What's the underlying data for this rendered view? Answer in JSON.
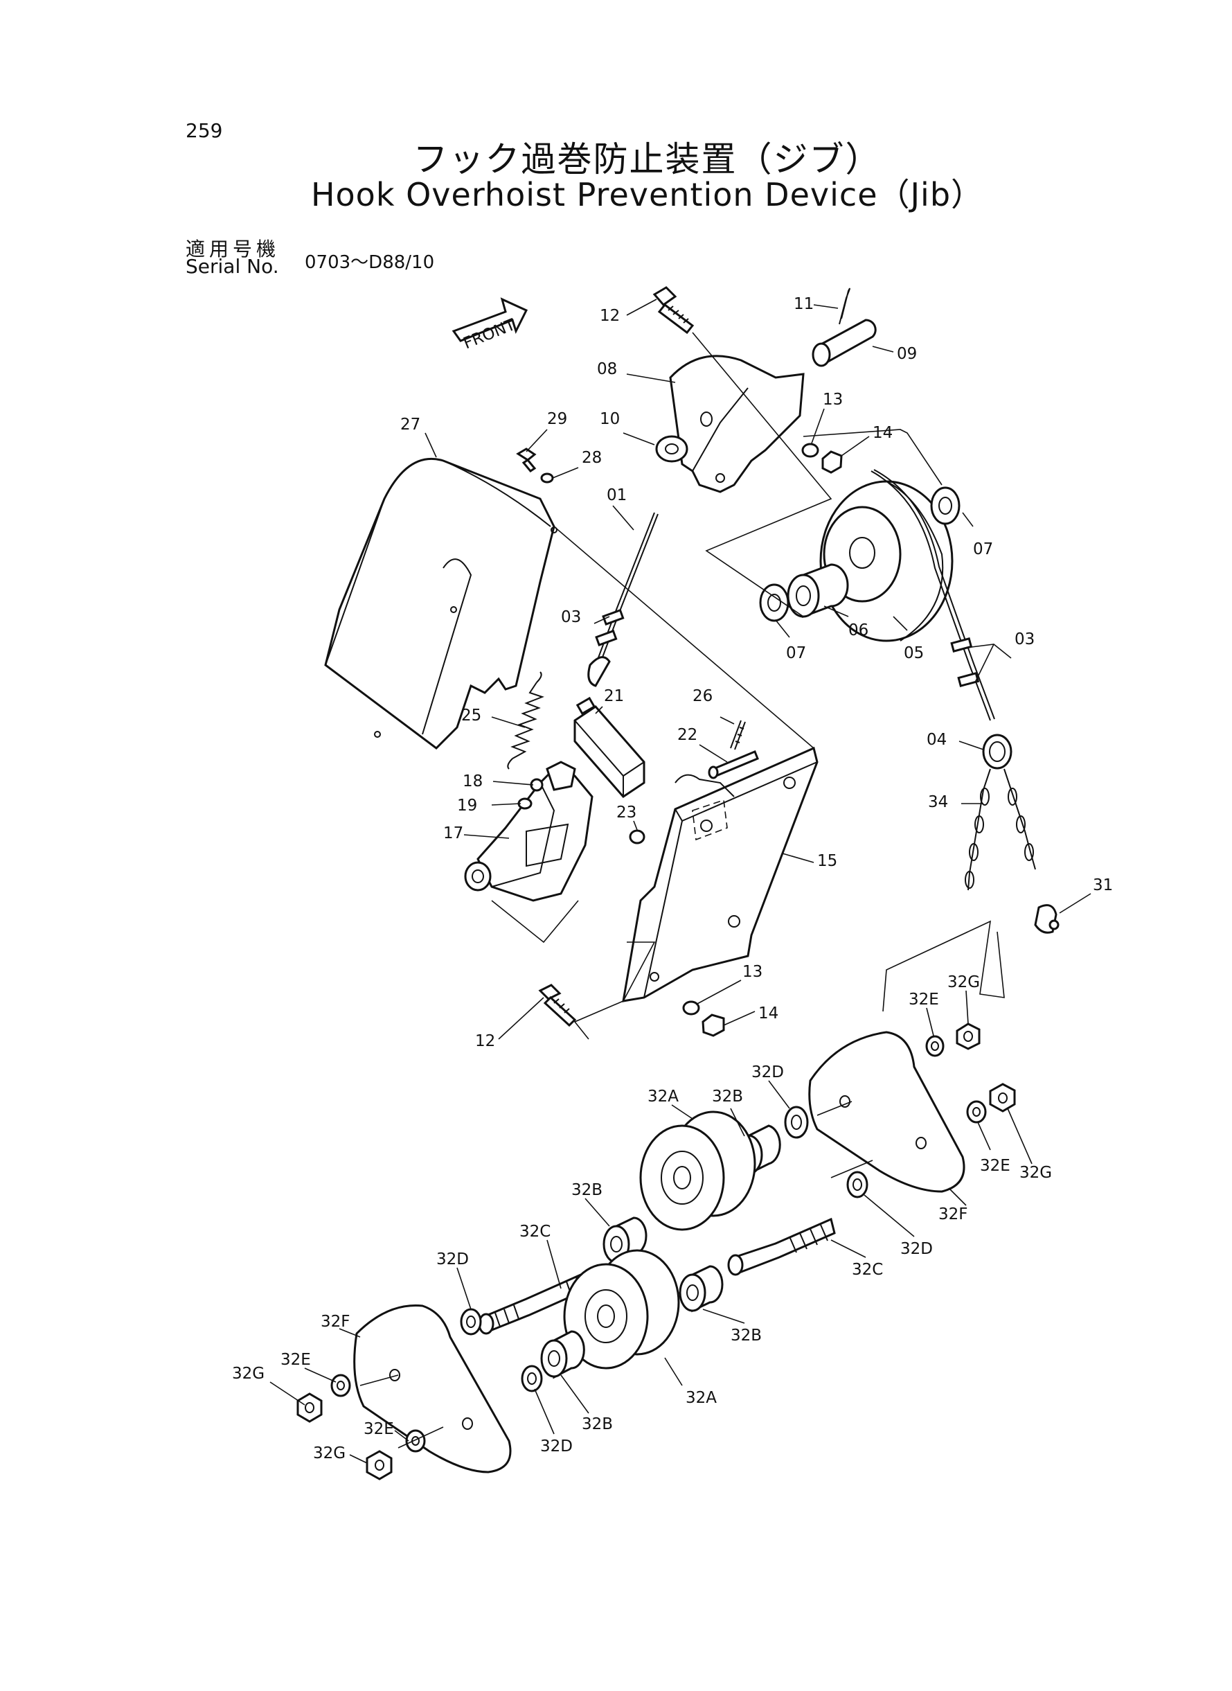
{
  "page": {
    "number": "259",
    "title_jp": "フック過巻防止装置（ジブ）",
    "title_en": "Hook Overhoist Prevention Device（Jib）",
    "serial_label_jp": "適用号機",
    "serial_label_en": "Serial No.",
    "serial_range": "0703～D88/10"
  },
  "diagram": {
    "front_marker": "FRONT",
    "part_labels": {
      "p12a": "12",
      "p11": "11",
      "p09": "09",
      "p08": "08",
      "p13a": "13",
      "p14a": "14",
      "p10": "10",
      "p27": "27",
      "p29": "29",
      "p28": "28",
      "p01": "01",
      "p07a": "07",
      "p07b": "07",
      "p06": "06",
      "p05": "05",
      "p03a": "03",
      "p03b": "03",
      "p04": "04",
      "p34": "34",
      "p21": "21",
      "p26": "26",
      "p22": "22",
      "p25": "25",
      "p18": "18",
      "p19": "19",
      "p17": "17",
      "p23": "23",
      "p15": "15",
      "p31": "31",
      "p13b": "13",
      "p14b": "14",
      "p12b": "12",
      "p32Ga": "32G",
      "p32Ea": "32E",
      "p32Da": "32D",
      "p32Ba": "32B",
      "p32Aa": "32A",
      "p32Bb": "32B",
      "p32Ca": "32C",
      "p32Db": "32D",
      "p32Fa": "32F",
      "p32Eb": "32E",
      "p32Gb": "32G",
      "p32Ec": "32E",
      "p32Gc": "32G",
      "p32Fb": "32F",
      "p32Dc": "32D",
      "p32Cb": "32C",
      "p32Bc": "32B",
      "p32Ab": "32A",
      "p32Bd": "32B",
      "p32Dd": "32D",
      "p32Ed": "32E",
      "p32Gd": "32G"
    }
  }
}
